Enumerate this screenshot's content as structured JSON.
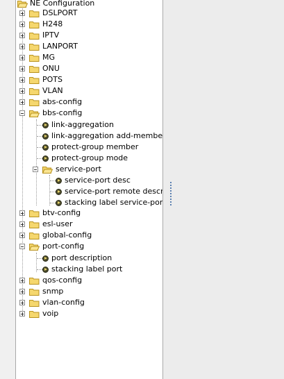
{
  "tree": {
    "root_label": "NE Configuration",
    "items": [
      {
        "label": "DSLPORT"
      },
      {
        "label": "H248"
      },
      {
        "label": "IPTV"
      },
      {
        "label": "LANPORT"
      },
      {
        "label": "MG"
      },
      {
        "label": "ONU"
      },
      {
        "label": "POTS"
      },
      {
        "label": "VLAN"
      },
      {
        "label": "abs-config"
      },
      {
        "label": "bbs-config",
        "children": [
          {
            "label": "link-aggregation"
          },
          {
            "label": "link-aggregation add-member"
          },
          {
            "label": "protect-group member"
          },
          {
            "label": "protect-group mode"
          },
          {
            "label": "service-port",
            "children": [
              {
                "label": "service-port desc"
              },
              {
                "label": "service-port remote descriptio"
              },
              {
                "label": "stacking label service-port"
              }
            ]
          }
        ]
      },
      {
        "label": "btv-config"
      },
      {
        "label": "esl-user"
      },
      {
        "label": "global-config"
      },
      {
        "label": "port-config",
        "children": [
          {
            "label": "port description"
          },
          {
            "label": "stacking label port"
          }
        ]
      },
      {
        "label": "qos-config"
      },
      {
        "label": "snmp"
      },
      {
        "label": "vlan-config"
      },
      {
        "label": "voip"
      }
    ]
  },
  "icons": {
    "folder": "folder-icon",
    "leaf": "config-item-icon",
    "expand": "expand-icon",
    "collapse": "collapse-icon"
  },
  "colors": {
    "folder_fill": "#f5d76e",
    "folder_edge": "#b8921e",
    "leaf_fill": "#4a4a2a",
    "leaf_arrow": "#e8d36a",
    "panel_bg": "#ffffff",
    "window_bg": "#ececec"
  }
}
